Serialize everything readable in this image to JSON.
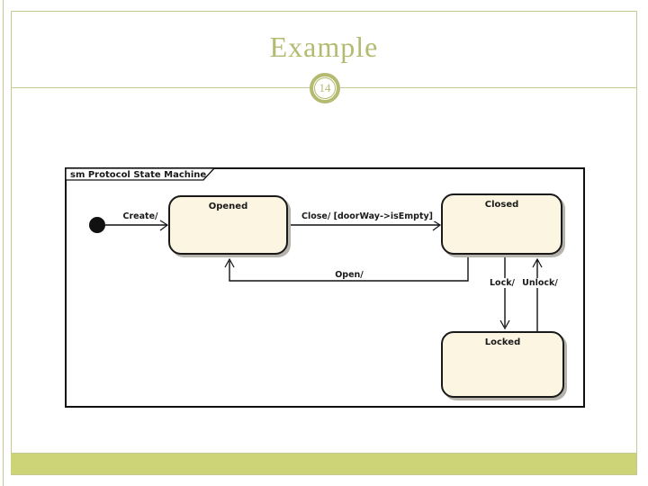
{
  "slide": {
    "title": "Example",
    "page_number": "14"
  },
  "diagram": {
    "frame_label": "sm Protocol State Machine",
    "states": [
      {
        "id": "opened",
        "label": "Opened"
      },
      {
        "id": "closed",
        "label": "Closed"
      },
      {
        "id": "locked",
        "label": "Locked"
      }
    ],
    "transitions": [
      {
        "id": "create",
        "from": "initial",
        "to": "opened",
        "label": "Create/"
      },
      {
        "id": "close",
        "from": "opened",
        "to": "closed",
        "label": "Close/ [doorWay->isEmpty]"
      },
      {
        "id": "open",
        "from": "closed",
        "to": "opened",
        "label": "Open/"
      },
      {
        "id": "lock",
        "from": "closed",
        "to": "locked",
        "label": "Lock/"
      },
      {
        "id": "unlock",
        "from": "locked",
        "to": "closed",
        "label": "Unlock/"
      }
    ]
  },
  "theme": {
    "accent": "#b4bb70",
    "border_line": "#c6c993",
    "bottom_bar": "#cdd477",
    "state_fill": "#fcf5e2",
    "state_border": "#1a1a1a",
    "state_shadow": "#b5b3ac"
  }
}
